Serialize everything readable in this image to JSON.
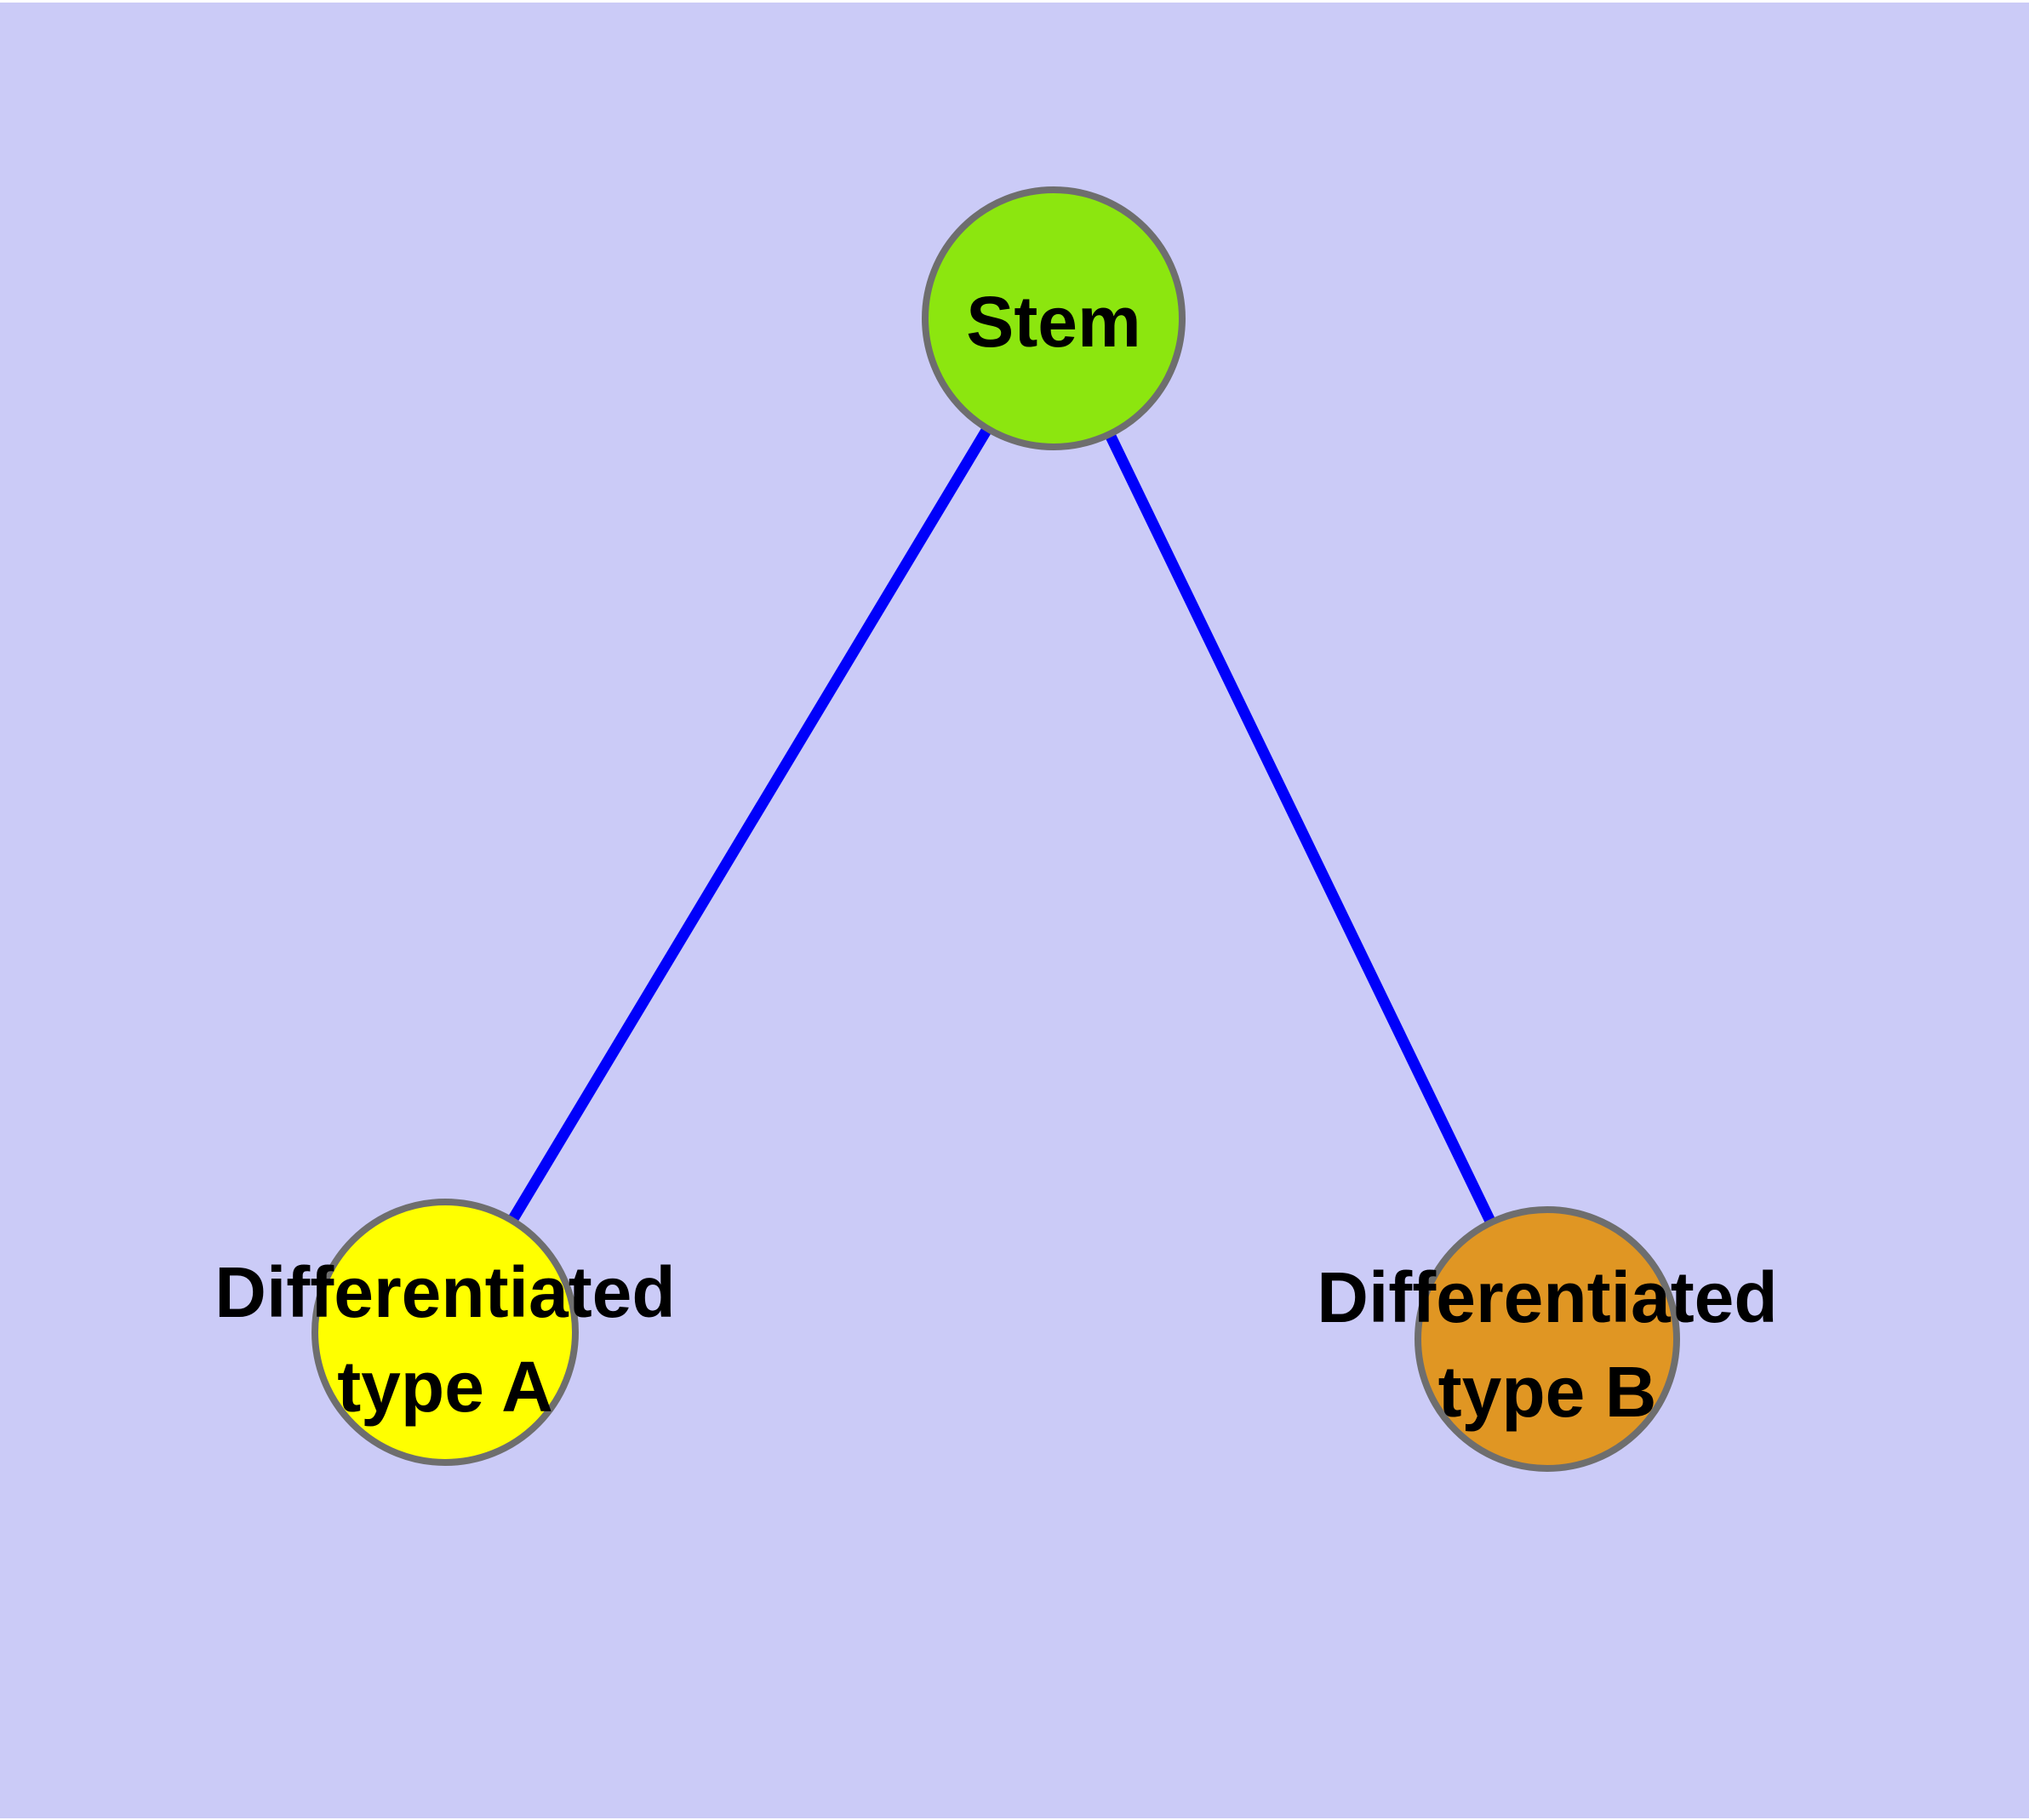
{
  "diagram": {
    "kind": "graph",
    "background_color": "#CBCBF7",
    "margin_color": "#FFFFFF",
    "edge_color": "#0000FA",
    "node_border_color": "#6E6E6E",
    "label_color": "#000000",
    "nodes": [
      {
        "id": "stem",
        "label": "Stem",
        "fill_color": "#8CE60F"
      },
      {
        "id": "differentiated-type-a",
        "label_line1": "Differentiated",
        "label_line2": "type A",
        "fill_color": "#FFFF00"
      },
      {
        "id": "differentiated-type-b",
        "label_line1": "Differentiated",
        "label_line2": "type B",
        "fill_color": "#E09623"
      }
    ],
    "edges": [
      {
        "from": "stem",
        "to": "differentiated-type-a"
      },
      {
        "from": "stem",
        "to": "differentiated-type-b"
      }
    ]
  }
}
